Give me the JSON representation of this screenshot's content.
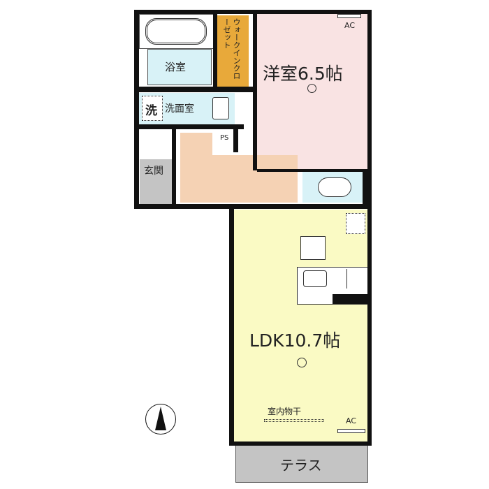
{
  "rooms": {
    "bedroom": {
      "name": "洋室6.5帖",
      "ac": "AC"
    },
    "closet": {
      "name": "ウォークインクローゼット"
    },
    "bath": {
      "name": "浴室"
    },
    "washroom": {
      "name": "洗面室",
      "washer": "洗"
    },
    "ps": {
      "name": "PS"
    },
    "entrance": {
      "name": "玄関"
    },
    "ldk": {
      "name": "LDK10.7帖",
      "drying": "室内物干",
      "ac": "AC"
    },
    "terrace": {
      "name": "テラス"
    }
  },
  "colors": {
    "bedroom": "#f9e3e3",
    "ldk": "#fafac4",
    "hall": "#f5d2b4",
    "wet": "#d8f2f7",
    "closet": "#e8a93a",
    "gray": "#c4c4c4"
  }
}
